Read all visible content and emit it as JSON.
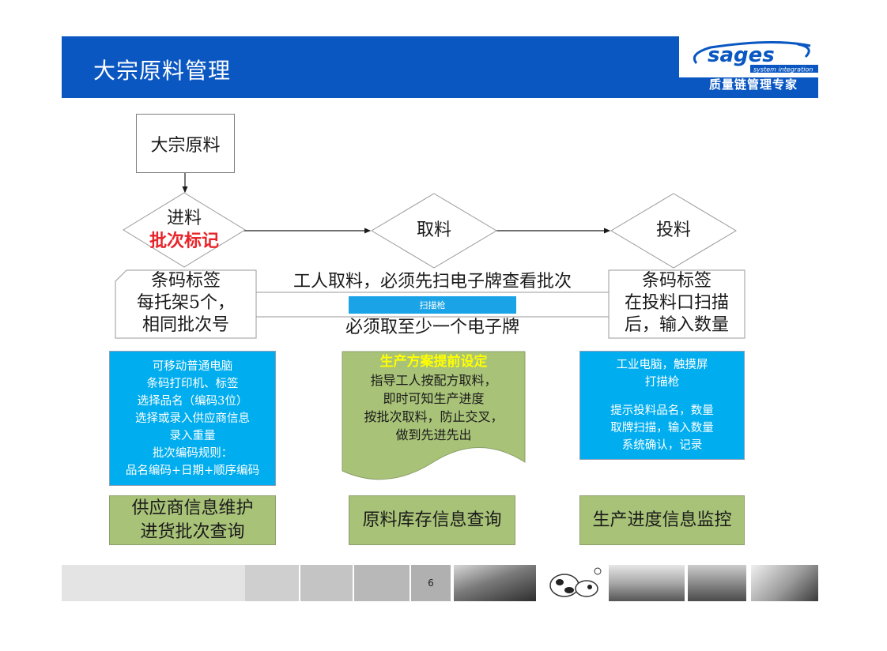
{
  "slide": {
    "title": "大宗原料管理",
    "page_number": "6"
  },
  "logo": {
    "brand": "sages",
    "tagline": "system integration",
    "slogan": "质量链管理专家"
  },
  "flow": {
    "start": "大宗原料",
    "step1": {
      "line1": "进料",
      "line2": "批次标记"
    },
    "step2": "取料",
    "step3": "投料"
  },
  "row": {
    "left": [
      "条码标签",
      "每托架5个，",
      "相同批次号"
    ],
    "middle_top": "工人取料，必须先扫电子牌查看批次",
    "scanner": "扫描枪",
    "middle_bottom": "必须取至少一个电子牌",
    "right": [
      "条码标签",
      "在投料口扫描",
      "后，输入数量"
    ]
  },
  "details": {
    "left": [
      "可移动普通电脑",
      "条码打印机、标签",
      "选择品名（编码3位）",
      "选择或录入供应商信息",
      "录入重量",
      "批次编码规则：",
      "品名编码+日期+顺序编码"
    ],
    "middle_title": "生产方案提前设定",
    "middle": [
      "指导工人按配方取料，",
      "即时可知生产进度",
      "按批次取料，防止交叉，",
      "做到先进先出"
    ],
    "right": [
      "工业电脑，触摸屏",
      "打描枪",
      "",
      "提示投料品名，数量",
      "取牌扫描，输入数量",
      "系统确认，记录"
    ]
  },
  "bottom": {
    "left": [
      "供应商信息维护",
      "进货批次查询"
    ],
    "middle": "原料库存信息查询",
    "right": "生产进度信息监控"
  },
  "colors": {
    "header_blue": "#0a57c2",
    "cyan": "#00adef",
    "green": "#a8c278",
    "red": "#e8242a",
    "yellow": "#ffff00"
  }
}
